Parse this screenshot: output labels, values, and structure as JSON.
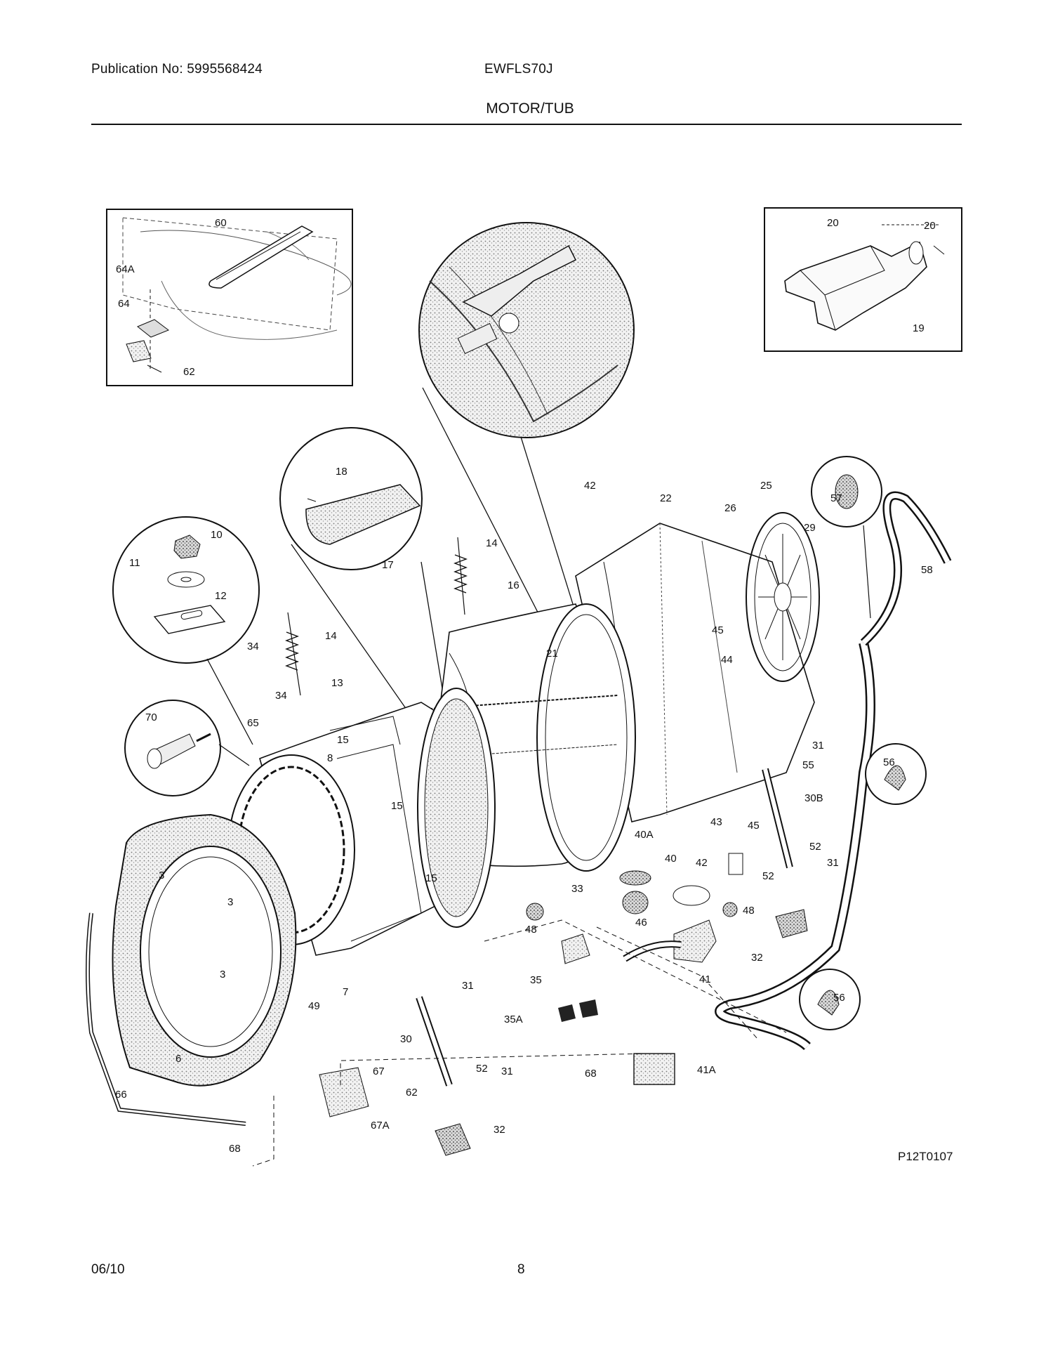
{
  "header": {
    "publication": "Publication No: 5995568424",
    "model": "EWFLS70J",
    "section_title": "MOTOR/TUB"
  },
  "footer": {
    "date": "06/10",
    "page_number": "8"
  },
  "diagram_code": "P12T0107",
  "callouts": {
    "c1": "60",
    "c2": "64A",
    "c3": "64",
    "c4": "62",
    "c5": "20",
    "c6": "20",
    "c7": "19",
    "c8": "42",
    "c9": "22",
    "c10": "26",
    "c11": "25",
    "c12": "29",
    "c13": "57",
    "c14": "58",
    "c15": "18",
    "c16": "17",
    "c17": "14",
    "c18": "16",
    "c19": "21",
    "c20": "10",
    "c21": "11",
    "c22": "12",
    "c23": "34",
    "c24": "14",
    "c25": "13",
    "c26": "34",
    "c27": "65",
    "c28": "15",
    "c29": "70",
    "c30": "8",
    "c31": "15",
    "c32": "15",
    "c33": "3",
    "c34": "3",
    "c35": "3",
    "c36": "6",
    "c37": "49",
    "c38": "7",
    "c39": "45",
    "c40": "44",
    "c41": "31",
    "c42": "55",
    "c43": "56",
    "c44": "30B",
    "c45": "43",
    "c46": "45",
    "c47": "52",
    "c48": "31",
    "c49": "40A",
    "c50": "40",
    "c51": "42",
    "c52": "52",
    "c53": "48",
    "c54": "32",
    "c55": "33",
    "c56": "48",
    "c57": "46",
    "c58": "35",
    "c59": "41",
    "c60": "31",
    "c61": "35A",
    "c62": "56",
    "c63": "30",
    "c64": "67",
    "c65": "52",
    "c66": "31",
    "c67": "62",
    "c68": "67A",
    "c69": "32",
    "c70": "68",
    "c71": "41A",
    "c72": "66",
    "c73": "68"
  }
}
